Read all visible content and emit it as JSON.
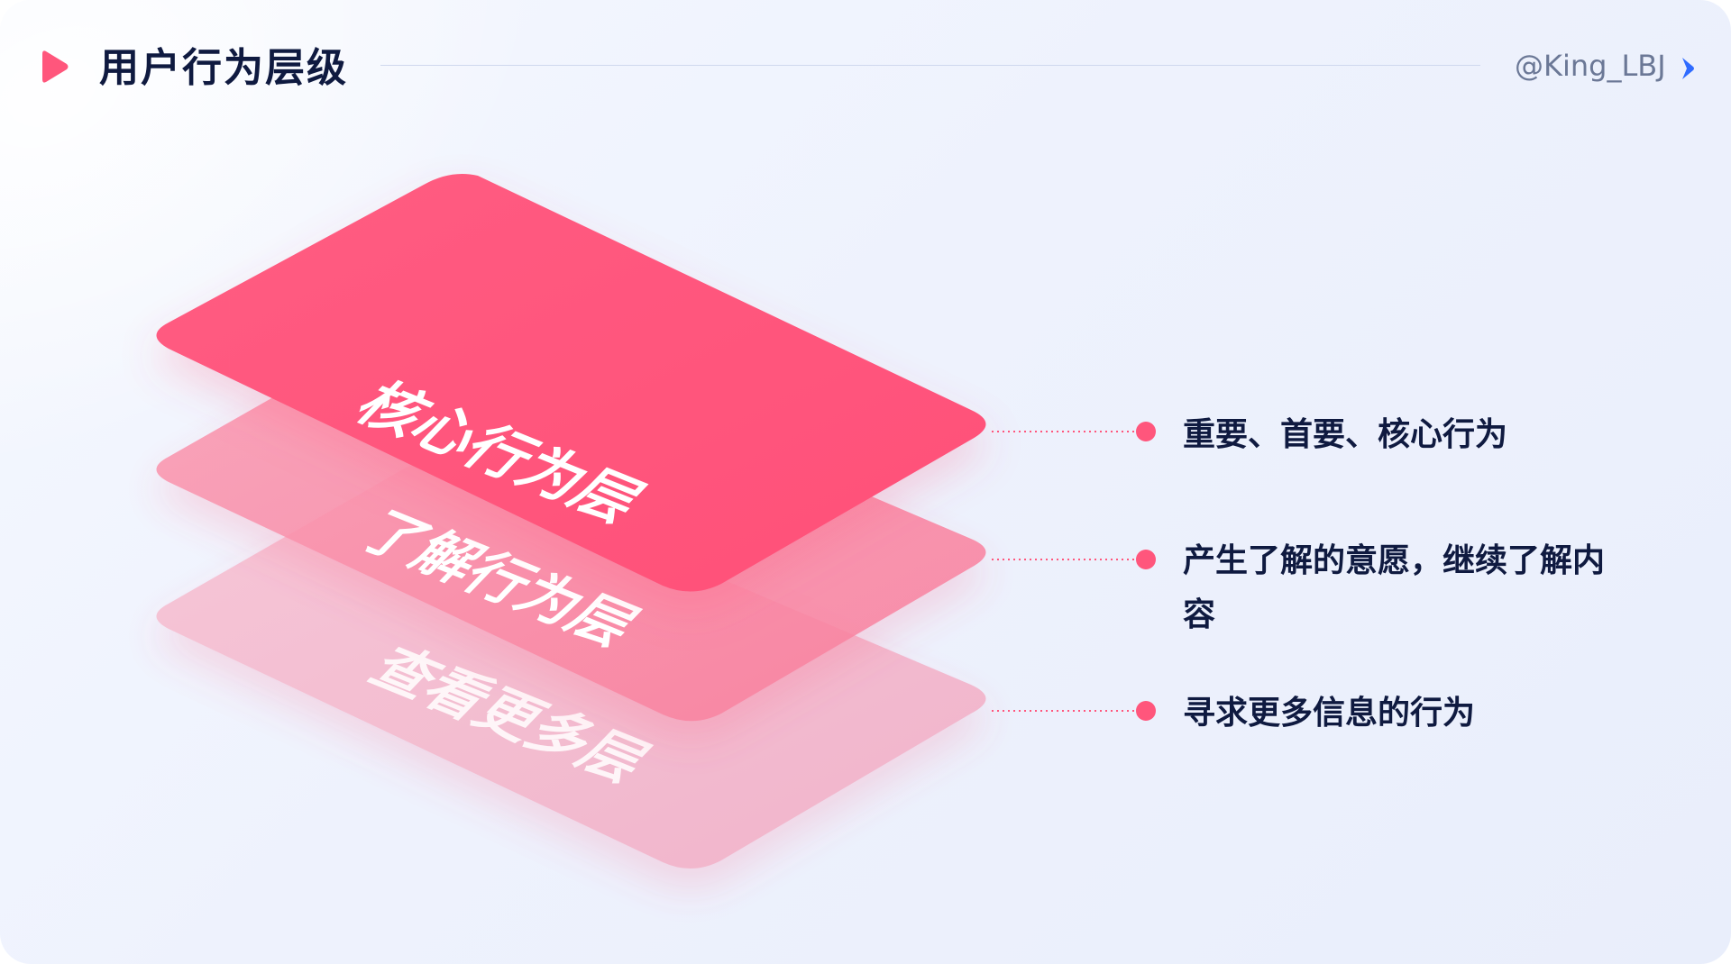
{
  "header": {
    "title": "用户行为层级",
    "author": "@King_LBJ",
    "icons": {
      "play": "play-triangle-icon",
      "chevron": "chevron-right-icon"
    }
  },
  "colors": {
    "accent": "#ff567c",
    "layer_core": "#ff567c",
    "layer_understand": "#f98aa5",
    "layer_more": "#f4aec7",
    "text_dark": "#0f1a40"
  },
  "layers": [
    {
      "label": "核心行为层",
      "description": "重要、首要、核心行为"
    },
    {
      "label": "了解行为层",
      "description": "产生了解的意愿，继续了解内容"
    },
    {
      "label": "查看更多层",
      "description": "寻求更多信息的行为"
    }
  ]
}
